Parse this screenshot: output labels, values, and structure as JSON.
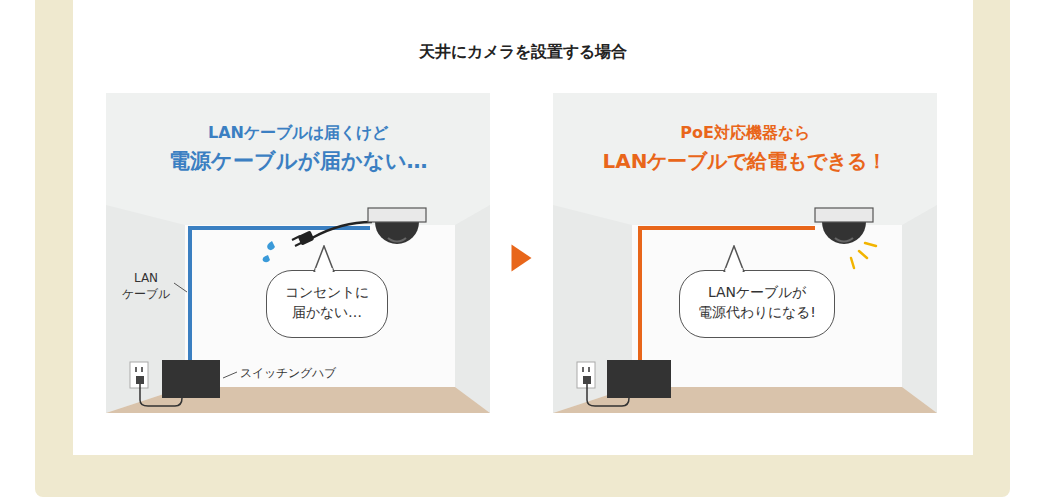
{
  "diagram": {
    "title": "天井にカメラを設置する場合",
    "nodes": [
      {
        "text": [
          "LANケーブルは届くけど",
          "電源ケーブルが届かない…"
        ]
      },
      {
        "text": [
          "コンセントに 届かない…"
        ],
        "in": 0
      },
      {
        "text": [
          "PoE対応機器なら",
          "LANケーブルで給電もできる！"
        ]
      },
      {
        "text": [
          "LANケーブルが 電源代わりになる!"
        ],
        "in": 2
      }
    ],
    "edges": [
      {
        "from": 0,
        "to": 2,
        "arrow": "to"
      }
    ],
    "labels": [
      "LAN ケーブル",
      "スイッチングハブ"
    ]
  }
}
